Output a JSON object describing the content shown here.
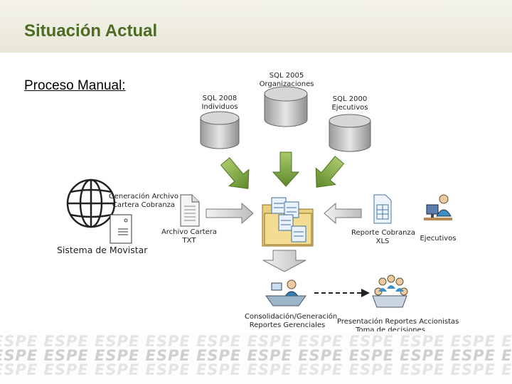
{
  "slide": {
    "title": "Situación Actual",
    "subtitle": "Proceso Manual:"
  },
  "diagram": {
    "db_individuos": [
      "SQL 2008",
      "Individuos"
    ],
    "db_organizaciones": [
      "SQL 2005",
      "Organizaciones"
    ],
    "db_ejecutivos": [
      "SQL 2000",
      "Ejecutivos"
    ],
    "generacion": [
      "Generación Archivo",
      "Cartera Cobranza"
    ],
    "archivo": [
      "Archivo Cartera",
      "TXT"
    ],
    "sistema": "Sistema de Movistar",
    "reporte": [
      "Reporte Cobranza",
      "XLS"
    ],
    "ejecutivos_person": "Ejecutivos",
    "consolidacion": [
      "Consolidación/Generación",
      "Reportes Gerenciales"
    ],
    "presentacion": [
      "Presentación Reportes Accionistas",
      "Toma de decisiones"
    ]
  },
  "footer": {
    "watermark": "ESPE"
  }
}
